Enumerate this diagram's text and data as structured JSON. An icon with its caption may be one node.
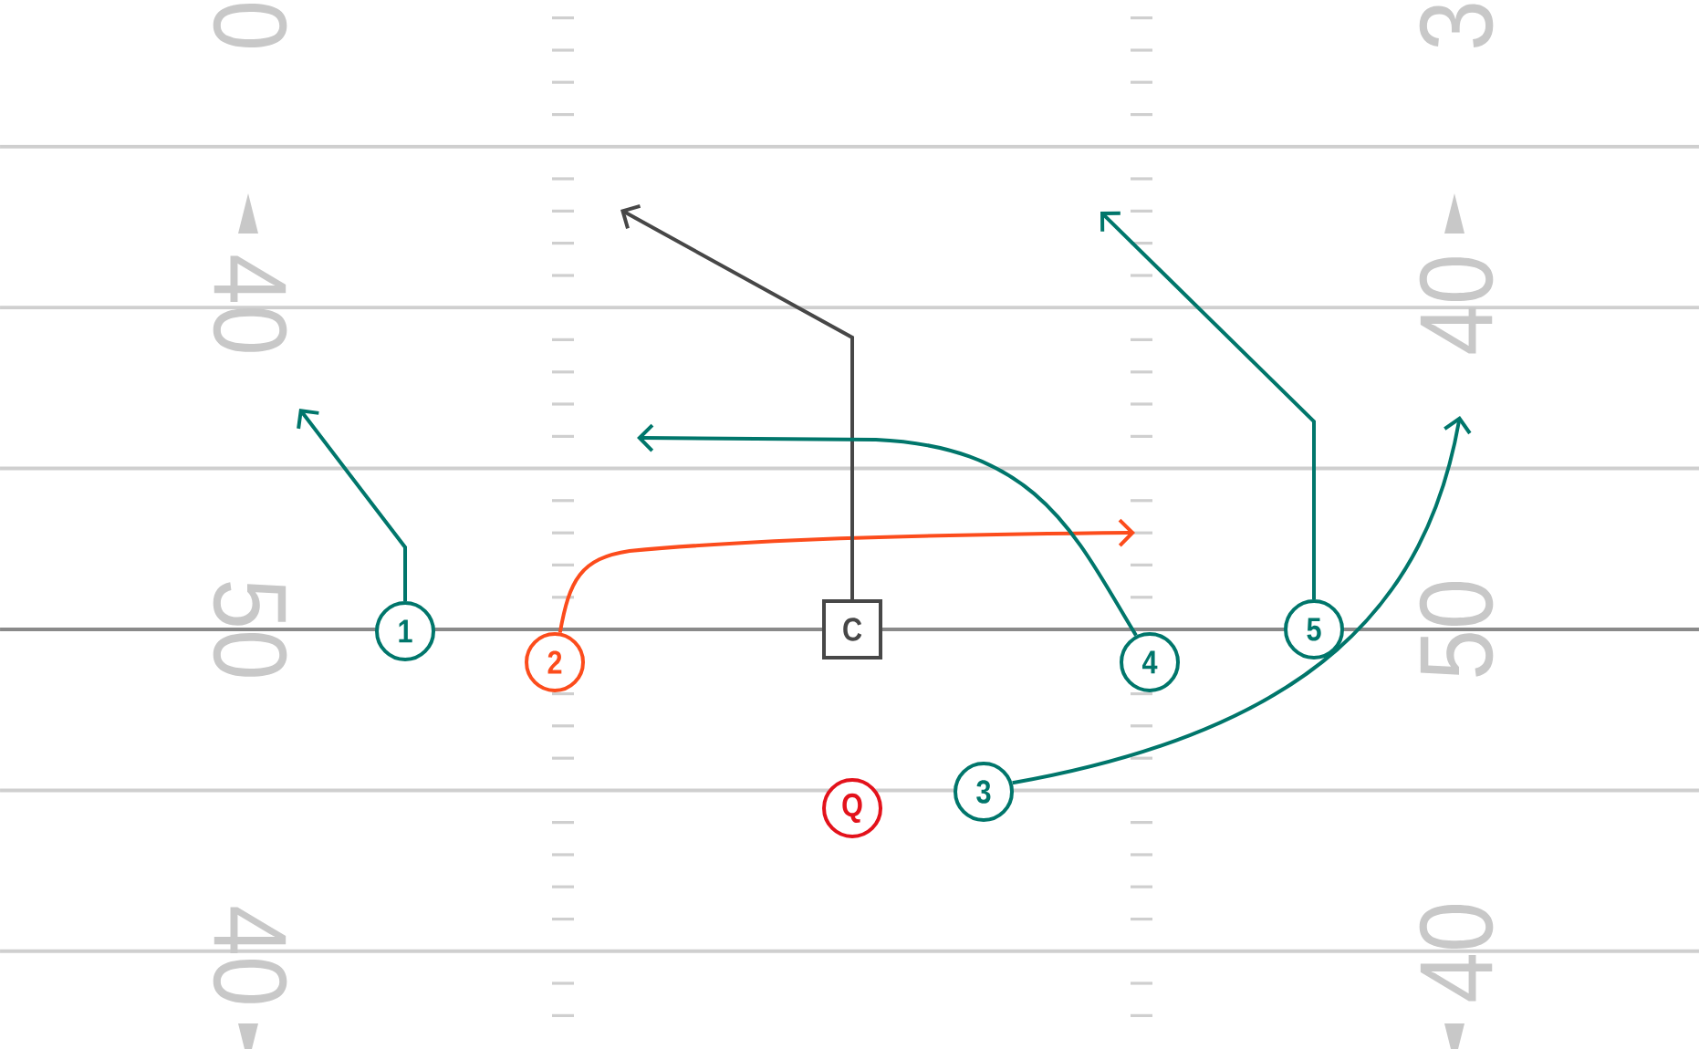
{
  "diagram": {
    "nodes": [
      {
        "text": [
          "1"
        ]
      },
      {
        "text": [
          "2"
        ]
      },
      {
        "text": [
          "C"
        ]
      },
      {
        "text": [
          "4"
        ]
      },
      {
        "text": [
          "5"
        ]
      },
      {
        "text": [
          "3"
        ]
      },
      {
        "text": [
          "Q"
        ]
      }
    ],
    "edges": [
      {
        "from": 0,
        "to": null,
        "arrow": "to"
      },
      {
        "from": 1,
        "to": null,
        "arrow": "to",
        "color": "#fc4c1c"
      },
      {
        "from": 2,
        "to": null,
        "arrow": "to",
        "color": "#474747"
      },
      {
        "from": 3,
        "to": null,
        "arrow": "to"
      },
      {
        "from": 4,
        "to": null,
        "arrow": "to"
      },
      {
        "from": 5,
        "to": null,
        "arrow": "to"
      }
    ],
    "labels": [
      "0",
      "3",
      "40",
      "40",
      "50",
      "50",
      "40",
      "40"
    ]
  }
}
